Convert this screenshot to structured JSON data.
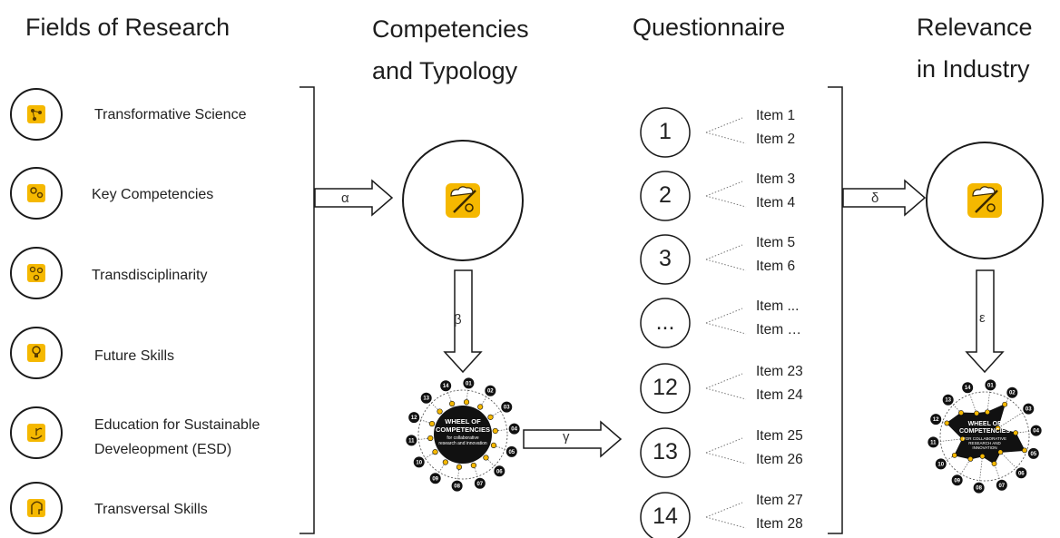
{
  "titles": {
    "fields": "Fields of Research",
    "competencies_line1": "Competencies",
    "competencies_line2": "and Typology",
    "questionnaire": "Questionnaire",
    "relevance_line1": "Relevance",
    "relevance_line2": "in Industry"
  },
  "fields": [
    {
      "label": "Transformative Science",
      "icon": "network-nodes-icon"
    },
    {
      "label": "Key Competencies",
      "icon": "gears-bulb-icon"
    },
    {
      "label": "Transdisciplinarity",
      "icon": "connected-gears-icon"
    },
    {
      "label": "Future Skills",
      "icon": "lightbulb-hand-icon"
    },
    {
      "label_line1": "Education for Sustainable",
      "label_line2": "Develeopment (ESD)",
      "icon": "hand-plant-icon"
    },
    {
      "label": "Transversal Skills",
      "icon": "head-puzzle-icon"
    }
  ],
  "arrows": {
    "alpha": "α",
    "beta": "β",
    "gamma": "γ",
    "delta": "δ",
    "epsilon": "ε"
  },
  "questionnaire": [
    {
      "number": "1",
      "items": [
        "Item 1",
        "Item 2"
      ]
    },
    {
      "number": "2",
      "items": [
        "Item 3",
        "Item 4"
      ]
    },
    {
      "number": "3",
      "items": [
        "Item 5",
        "Item 6"
      ]
    },
    {
      "number": "...",
      "items": [
        "Item ...",
        "Item …"
      ]
    },
    {
      "number": "12",
      "items": [
        "Item 23",
        "Item 24"
      ]
    },
    {
      "number": "13",
      "items": [
        "Item 25",
        "Item 26"
      ]
    },
    {
      "number": "14",
      "items": [
        "Item 27",
        "Item 28"
      ]
    }
  ],
  "wheel_left": {
    "title_line1": "WHEEL OF",
    "title_line2": "COMPETENCIES",
    "sub_line1": "for collaborative",
    "sub_line2": "research and innovation",
    "spokes": [
      "01",
      "02",
      "03",
      "04",
      "05",
      "06",
      "07",
      "08",
      "09",
      "10",
      "11",
      "12",
      "13",
      "14"
    ]
  },
  "wheel_right": {
    "title_line1": "WHEEL OF",
    "title_line2": "COMPETENCIES",
    "sub_line1": "FOR COLLABORATIVE",
    "sub_line2": "RESEARCH AND",
    "sub_line3": "INNOVATION",
    "spokes": [
      "01",
      "02",
      "03",
      "04",
      "05",
      "06",
      "07",
      "08",
      "09",
      "10",
      "11",
      "12",
      "13",
      "14"
    ]
  },
  "colors": {
    "accent": "#f5b800",
    "line": "#1a1a1a",
    "dark": "#111111"
  }
}
